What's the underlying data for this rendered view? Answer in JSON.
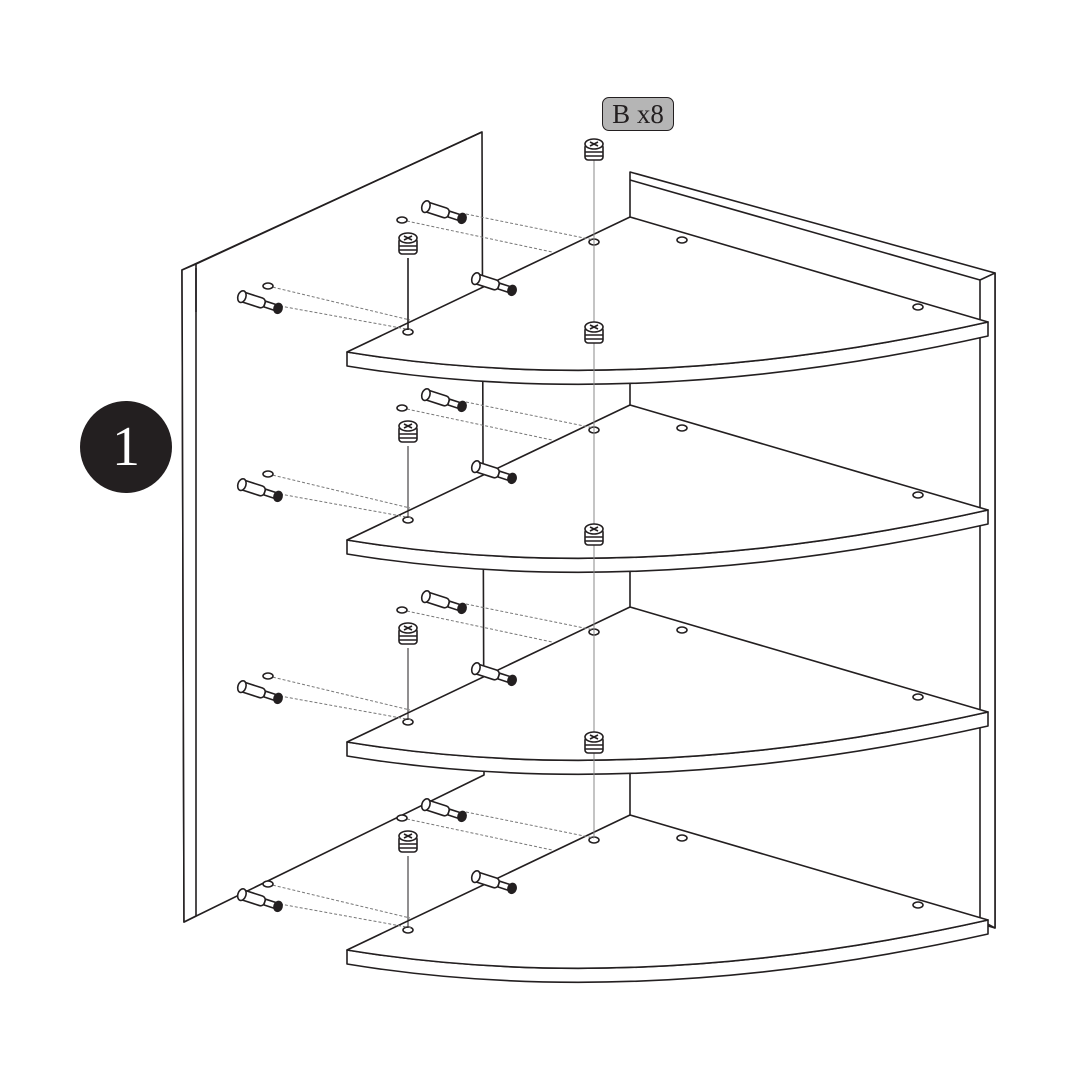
{
  "step_number": "1",
  "hardware_label": "B x8",
  "shelf_count": 4,
  "colors": {
    "line": "#231f20",
    "badge": "#b5b5b5",
    "step_bg": "#231f20"
  }
}
